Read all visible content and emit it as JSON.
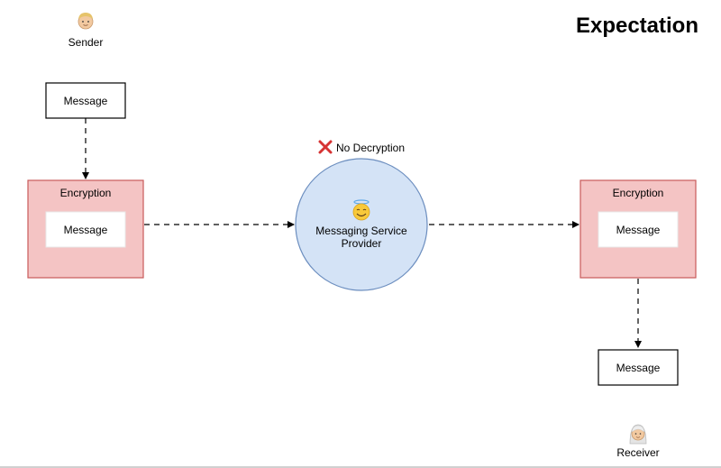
{
  "title": "Expectation",
  "sender": {
    "label": "Sender",
    "icon": "person-blond-icon"
  },
  "receiver": {
    "label": "Receiver",
    "icon": "person-white-hair-icon"
  },
  "sender_message": {
    "label": "Message"
  },
  "left_encryption": {
    "label": "Encryption",
    "inner_label": "Message"
  },
  "provider": {
    "label_line1": "Messaging Service",
    "label_line2": "Provider",
    "icon": "smiling-face-with-halo-icon",
    "note": "No Decryption",
    "note_icon": "cross-mark-icon"
  },
  "right_encryption": {
    "label": "Encryption",
    "inner_label": "Message"
  },
  "receiver_message": {
    "label": "Message"
  },
  "colors": {
    "encryption_fill": "#f4c4c4",
    "encryption_stroke": "#c85a5a",
    "provider_fill": "#d4e3f6",
    "provider_stroke": "#6c8ebf",
    "cross": "#d63333"
  }
}
